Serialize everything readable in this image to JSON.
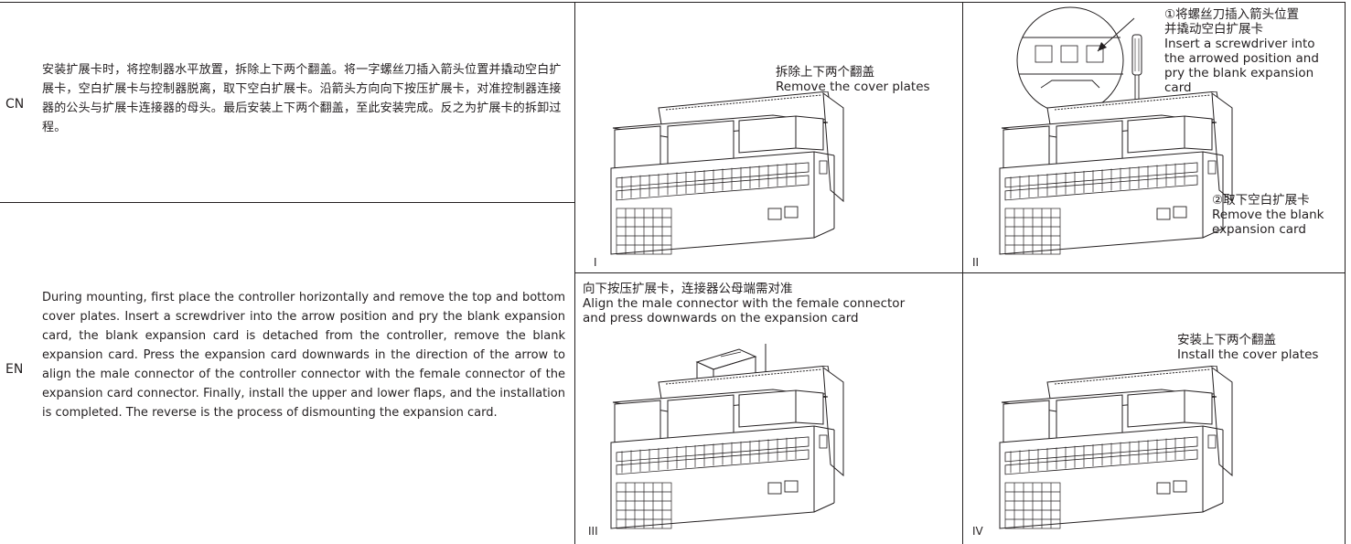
{
  "text": {
    "cn_tag": "CN",
    "en_tag": "EN",
    "cn_para": "安装扩展卡时，将控制器水平放置，拆除上下两个翻盖。将一字螺丝刀插入箭头位置并撬动空白扩展卡，空白扩展卡与控制器脱离，取下空白扩展卡。沿箭头方向向下按压扩展卡，对准控制器连接器的公头与扩展卡连接器的母头。最后安装上下两个翻盖，至此安装完成。反之为扩展卡的拆卸过程。",
    "en_para": "During mounting, first place the controller horizontally and remove the top and bottom cover plates. Insert a screwdriver into the arrow position and pry the blank expansion card, the blank expansion card is detached from the controller, remove the blank expansion card. Press the expansion card downwards in the direction of the arrow to align the male connector of the controller connector with the female connector of the expansion card connector. Finally, install the upper and lower flaps, and the installation is completed. The reverse is the process of dismounting the expansion card."
  },
  "panels": {
    "p1": {
      "roman": "I",
      "cn": "拆除上下两个翻盖",
      "en": "Remove the cover plates"
    },
    "p2": {
      "roman": "II",
      "step1_cn1": "①将螺丝刀插入箭头位置",
      "step1_cn2": "并撬动空白扩展卡",
      "step1_en1": "Insert a screwdriver into",
      "step1_en2": "the arrowed position and",
      "step1_en3": "pry the blank expansion",
      "step1_en4": "card",
      "step2_cn": "②取下空白扩展卡",
      "step2_en1": "Remove the blank",
      "step2_en2": "expansion card"
    },
    "p3": {
      "roman": "III",
      "cn": "向下按压扩展卡，连接器公母端需对准",
      "en1": "Align the male connector with the female connector",
      "en2": "and press downwards on the expansion card"
    },
    "p4": {
      "roman": "IV",
      "cn": "安装上下两个翻盖",
      "en": "Install the cover plates"
    }
  },
  "icons": {
    "controller": "plc-controller-drawing",
    "screwdriver": "screwdriver-icon",
    "arrow": "arrow-icon",
    "card": "expansion-card-icon"
  }
}
